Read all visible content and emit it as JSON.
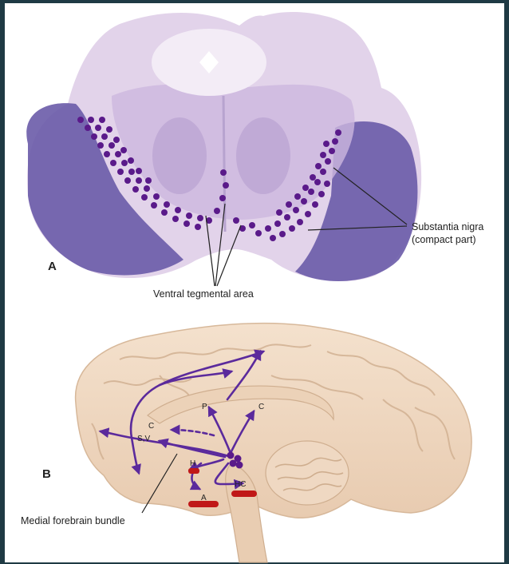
{
  "panel_a": {
    "letter": "A",
    "labels": {
      "substantia_nigra_line1": "Substantia nigra",
      "substantia_nigra_line2": "(compact part)",
      "ventral_tegmental_area": "Ventral tegmental area"
    }
  },
  "panel_b": {
    "letter": "B",
    "labels": {
      "medial_forebrain_bundle": "Medial forebrain bundle"
    },
    "regions": {
      "p": "P",
      "c_upper": "C",
      "c_left": "C",
      "sv": "S,V",
      "h": "H",
      "hc": "HC",
      "a": "A"
    }
  },
  "colors": {
    "background_frame": "#1f3a44",
    "stain": "#5a4f9c",
    "dots": "#5a1a8a",
    "pathway": "#5b2a9c",
    "highlight": "#c01818",
    "brain": "#f2dcc6"
  }
}
